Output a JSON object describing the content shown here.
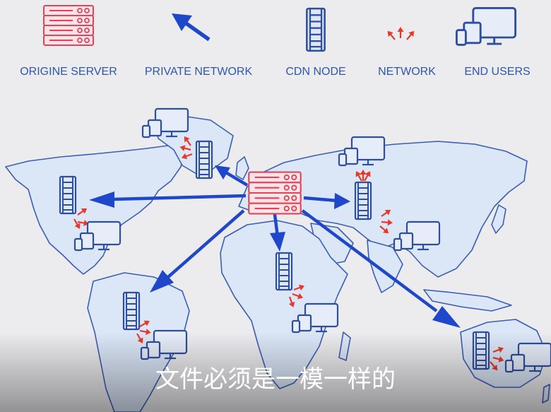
{
  "legend": {
    "origin_server": "ORIGINE SERVER",
    "private_network": "PRIVATE NETWORK",
    "cdn_node": "CDN NODE",
    "network": "NETWORK",
    "end_users": "END USERS"
  },
  "subtitle": "文件必须是一模一样的",
  "colors": {
    "background": "#ececef",
    "map_fill": "#dbe6f7",
    "map_stroke": "#3a5eb3",
    "navy": "#2e4f9e",
    "arrow_blue": "#1f47c9",
    "server_red": "#e0455a",
    "network_red": "#e8382a"
  }
}
